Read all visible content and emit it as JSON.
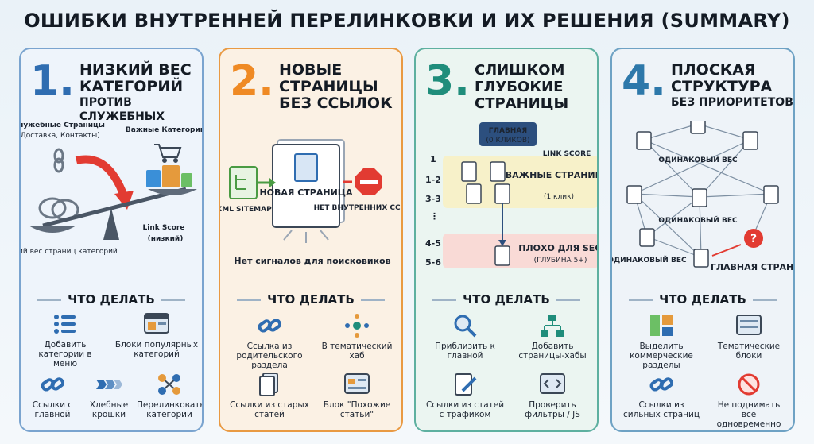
{
  "title": "ОШИБКИ ВНУТРЕННЕЙ ПЕРЕЛИНКОВКИ И ИХ РЕШЕНИЯ (SUMMARY)",
  "todo_label": "ЧТО ДЕЛАТЬ",
  "cards": [
    {
      "number": "1.",
      "heading": "НИЗКИЙ ВЕС КАТЕГОРИЙ",
      "subheading": "ПРОТИВ СЛУЖЕБНЫХ",
      "art": {
        "service_pages": "Служебные Страницы",
        "service_examples": "(Доставка, Контакты)",
        "important_categories": "Важные Категории",
        "low_weight": "Низкий вес страниц категорий",
        "link_score": "Link Score",
        "link_score_note": "(низкий)"
      },
      "items": [
        "Добавить категории в меню",
        "Блоки популярных категорий",
        "Ссылки с главной",
        "Хлебные крошки",
        "Перелинковать категории"
      ]
    },
    {
      "number": "2.",
      "heading": "НОВЫЕ СТРАНИЦЫ",
      "subheading": "БЕЗ ССЫЛОК",
      "art": {
        "new_page": "НОВАЯ СТРАНИЦА",
        "sitemap": "XML SITEMAP",
        "no_links": "НЕТ ВНУТРЕННИХ ССЫЛОК",
        "no_signals": "Нет сигналов для поисковиков"
      },
      "items": [
        "Ссылка из родительского раздела",
        "В тематический хаб",
        "Ссылки из старых статей",
        "Блок \"Похожие статьи\""
      ]
    },
    {
      "number": "3.",
      "heading": "СЛИШКОМ ГЛУБОКИЕ СТРАНИЦЫ",
      "subheading": "",
      "art": {
        "home": "ГЛАВНАЯ",
        "home_clicks": "(0 КЛИКОВ)",
        "link_score": "LINK SCORE",
        "levels": [
          "1",
          "1-2",
          "3-3",
          "⋮",
          "4-5",
          "5-6"
        ],
        "important": "ВАЖНЫЕ СТРАНИЦЫ",
        "important_note": "(1 клик)",
        "bad": "ПЛОХО ДЛЯ SEO",
        "bad_note": "(ГЛУБИНА 5+)"
      },
      "items": [
        "Приблизить к главной",
        "Добавить страницы-хабы",
        "Ссылки из статей с трафиком",
        "Проверить фильтры / JS"
      ]
    },
    {
      "number": "4.",
      "heading": "ПЛОСКАЯ СТРУКТУРА",
      "subheading": "БЕЗ ПРИОРИТЕТОВ",
      "art": {
        "same_weight": "ОДИНАКОВЫЙ ВЕС",
        "main_page": "ГЛАВНАЯ СТРАНИЦА"
      },
      "items": [
        "Выделить коммерческие разделы",
        "Тематические блоки",
        "Ссылки из сильных страниц",
        "Не поднимать все одновременно"
      ]
    }
  ],
  "colors": {
    "blue": "#2f6db1",
    "orange": "#ef8a24",
    "teal": "#1f8d7b",
    "red": "#e23b32"
  }
}
